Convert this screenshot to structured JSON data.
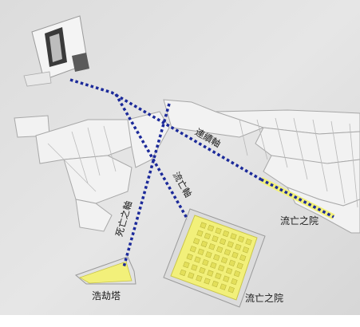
{
  "labels": {
    "continuity_axis": "連續軸",
    "exile_axis": "流亡軸",
    "death_axis": "死亡之軸",
    "exile_garden": "流亡之院",
    "holocaust_tower": "浩劫塔",
    "exile_garden_bottom": "流亡之院"
  },
  "colors": {
    "axis_dots": "#1c2a9a",
    "highlight_yellow": "#f2f07a",
    "model_white": "#f3f3f3",
    "background": "#ffffff"
  }
}
